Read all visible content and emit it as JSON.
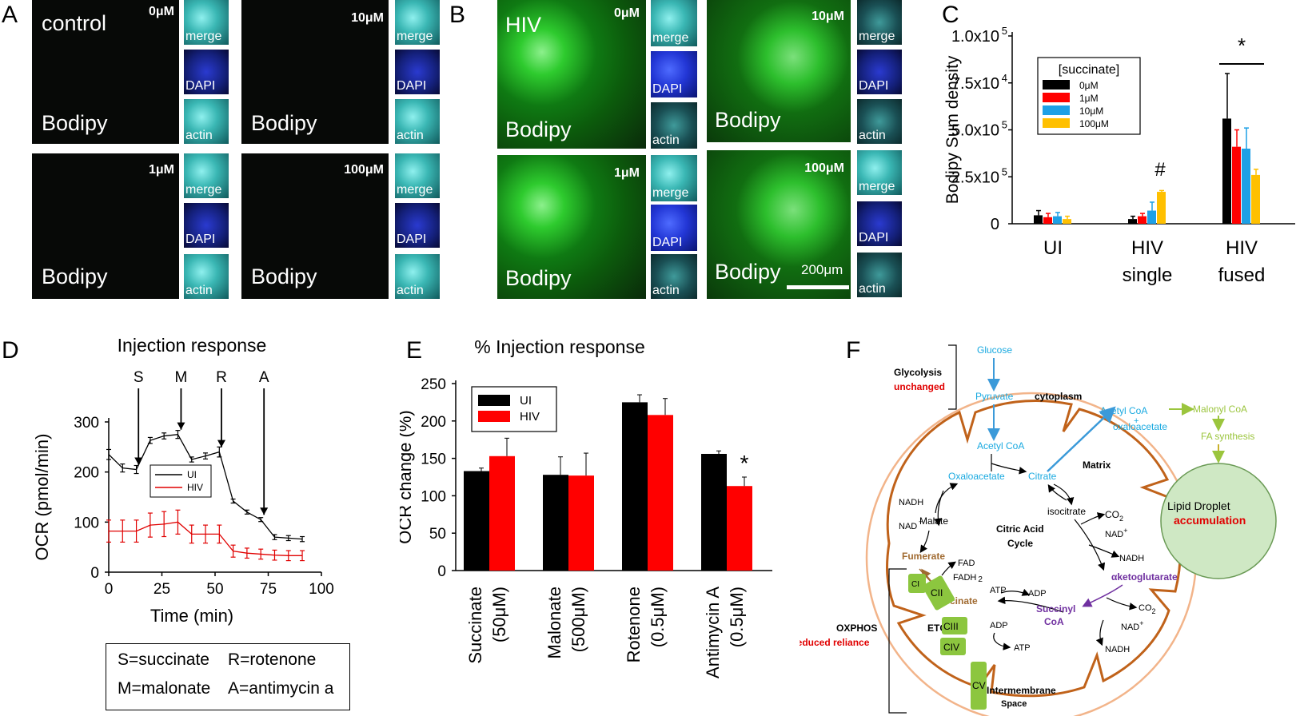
{
  "panel_labels": {
    "a": "A",
    "b": "B",
    "c": "C",
    "d": "D",
    "e": "E",
    "f": "F"
  },
  "panel_a": {
    "control_label": "control",
    "stain": "Bodipy",
    "concentrations": [
      "0μM",
      "10μM",
      "1μM",
      "100μM"
    ],
    "thumbs": [
      "merge",
      "DAPI",
      "actin"
    ]
  },
  "panel_b": {
    "hiv_label": "HIV",
    "stain": "Bodipy",
    "concentrations": [
      "0μM",
      "10μM",
      "1μM",
      "100μM"
    ],
    "thumbs": [
      "merge",
      "DAPI",
      "actin"
    ],
    "scale_bar": "200μm"
  },
  "chart_data": [
    {
      "id": "C",
      "type": "bar",
      "ylabel": "Bodipy Sum density",
      "ylim": [
        0,
        100000
      ],
      "yticks": [
        "0",
        "2.5x10",
        "5.0x10",
        "7.5x10",
        "1.0x10"
      ],
      "ytick_sup": [
        "",
        "5",
        "5",
        "4",
        "5"
      ],
      "categories": [
        [
          "UI"
        ],
        [
          "HIV",
          "single"
        ],
        [
          "HIV",
          "fused"
        ]
      ],
      "legend_title": "[succinate]",
      "legend_position": "top-center",
      "series": [
        {
          "name": "0μM",
          "color": "#000000",
          "values": [
            4500,
            2500,
            56000
          ],
          "errors": [
            2500,
            1500,
            24000
          ]
        },
        {
          "name": "1μM",
          "color": "#ff0000",
          "values": [
            3500,
            4000,
            41000
          ],
          "errors": [
            2000,
            1500,
            9000
          ]
        },
        {
          "name": "10μM",
          "color": "#1ea0e6",
          "values": [
            4000,
            7000,
            40000
          ],
          "errors": [
            2000,
            4500,
            11000
          ]
        },
        {
          "name": "100μM",
          "color": "#ffc000",
          "values": [
            2500,
            17000,
            26000
          ],
          "errors": [
            1500,
            700,
            3000
          ]
        }
      ],
      "annotations": [
        "#",
        "*"
      ]
    },
    {
      "id": "D",
      "type": "line",
      "title": "Injection response",
      "xlabel": "Time (min)",
      "ylabel": "OCR (pmol/min)",
      "xlim": [
        0,
        100
      ],
      "ylim": [
        0,
        300
      ],
      "xticks": [
        "0",
        "25",
        "50",
        "75",
        "100"
      ],
      "yticks": [
        "0",
        "100",
        "200",
        "300"
      ],
      "x": [
        0,
        6.5,
        13,
        19.5,
        26,
        32.5,
        39,
        45.5,
        52,
        58.5,
        65,
        71.5,
        78,
        84.5,
        91
      ],
      "series": [
        {
          "name": "UI",
          "color": "#000000",
          "values": [
            235,
            208,
            205,
            263,
            272,
            275,
            225,
            232,
            240,
            142,
            120,
            105,
            70,
            68,
            66
          ],
          "errors": [
            10,
            8,
            8,
            6,
            6,
            8,
            5,
            6,
            10,
            4,
            4,
            4,
            5,
            5,
            5
          ]
        },
        {
          "name": "HIV",
          "color": "#e00000",
          "values": [
            82,
            82,
            82,
            94,
            96,
            100,
            76,
            76,
            76,
            42,
            38,
            36,
            34,
            33,
            33
          ],
          "errors": [
            22,
            22,
            22,
            24,
            25,
            24,
            18,
            18,
            18,
            12,
            10,
            10,
            10,
            10,
            10
          ]
        }
      ],
      "injections": [
        {
          "label": "S",
          "x": 14
        },
        {
          "label": "M",
          "x": 34
        },
        {
          "label": "R",
          "x": 53
        },
        {
          "label": "A",
          "x": 73
        }
      ],
      "key_lines": [
        "S=succinate",
        "R=rotenone",
        "M=malonate",
        "A=antimycin a"
      ]
    },
    {
      "id": "E",
      "type": "bar",
      "title": "% Injection response",
      "ylabel": "OCR change (%)",
      "ylim": [
        0,
        250
      ],
      "yticks": [
        "0",
        "50",
        "100",
        "150",
        "200",
        "250"
      ],
      "categories": [
        [
          "Succinate",
          "(50μM)"
        ],
        [
          "Malonate",
          "(500μM)"
        ],
        [
          "Rotenone",
          "(0.5μM)"
        ],
        [
          "Antimycin A",
          "(0.5μM)"
        ]
      ],
      "series": [
        {
          "name": "UI",
          "color": "#000000",
          "values": [
            133,
            128,
            225,
            156
          ],
          "errors": [
            4,
            24,
            10,
            4
          ]
        },
        {
          "name": "HIV",
          "color": "#ff0000",
          "values": [
            153,
            127,
            208,
            113
          ],
          "errors": [
            24,
            30,
            22,
            12
          ]
        }
      ],
      "annotations": [
        "*"
      ]
    }
  ],
  "panel_f": {
    "glycolysis": "Glycolysis",
    "unchanged": "unchanged",
    "glucose": "Glucose",
    "pyruvate": "Pyruvate",
    "cytoplasm": "cytoplasm",
    "acetyl_coa_out": "Acetyl CoA",
    "plus": "+",
    "oxaloacetate_out": "oxaloacetate",
    "malonyl_coa": "Malonyl CoA",
    "fa_synthesis": "FA synthesis",
    "lipid_droplet": "Lipid Droplet",
    "accumulation": "accumulation",
    "acetyl_coa_in": "Acetyl CoA",
    "matrix": "Matrix",
    "oxaloacetate": "Oxaloacetate",
    "citrate": "Citrate",
    "nadh": "NADH",
    "nad": "NAD",
    "isocitrate": "isocitrate",
    "co2": "CO",
    "malate": "Malate",
    "cycle1": "Citric Acid",
    "cycle2": "Cycle",
    "fumerate": "Fumerate",
    "fad": "FAD",
    "fadh2": "FADH",
    "two": "2",
    "akg": "αketoglutarate",
    "atp": "ATP",
    "adp": "ADP",
    "succinate": "Succinate",
    "succinyl": "Succinyl",
    "coa": "CoA",
    "ci": "CI",
    "cii": "CII",
    "ciii": "CIII",
    "civ": "CIV",
    "cv": "CV",
    "etc": "ETC",
    "oxphos": "OXPHOS",
    "reduced": "Reduced reliance",
    "intermembrane": "Intermembrane",
    "space": "Space",
    "sup_plus": "+"
  }
}
